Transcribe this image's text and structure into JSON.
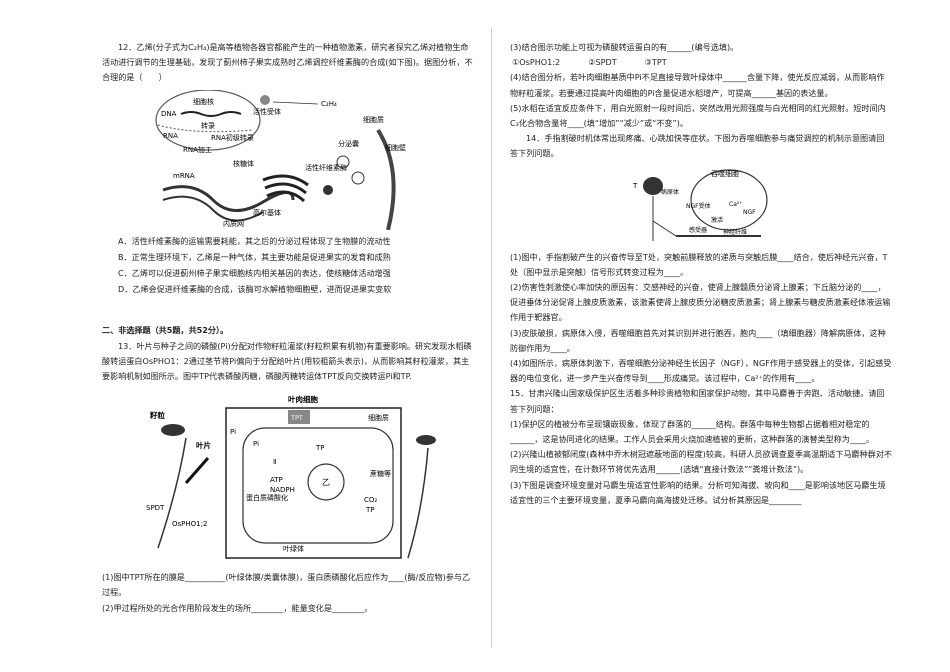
{
  "left": {
    "q12": {
      "stem": "12．乙烯(分子式为C₂H₄)是高等植物各器官都能产生的一种植物激素，研究者探究乙烯对植物生命活动进行调节的生理基础，发现了蓟州柿子果实成熟时乙烯调控纤维素酶的合成(如下图)。据图分析，不合理的是（　　）",
      "figure_labels": {
        "nucleus": "细胞核",
        "dna": "DNA",
        "transcription": "转录",
        "rna": "RNA",
        "rna_initial": "RNA初级转录",
        "rna_process": "RNA加工",
        "active_receptor": "活性受体",
        "c2h4": "C₂H₄",
        "cytoplasm": "细胞质",
        "mrna": "mRNA",
        "ribosome": "核糖体",
        "active_cellulase": "活性纤维素酶",
        "vesicle": "分泌囊",
        "cell_wall": "细胞壁",
        "golgi": "高尔基体",
        "er": "内质网"
      },
      "options": [
        "A．活性纤维素酶的运输需要耗能，其之后的分泌过程体现了生物膜的流动性",
        "B．正常生理环境下，乙烯是一种气体，其主要功能是促进果实的发育和成熟",
        "C．乙烯可以促进蓟州柿子果实细胞核内相关基因的表达，使核糖体活动增强",
        "D．乙烯会促进纤维素酶的合成，该酶可水解植物细胞壁，进而促进果实变软"
      ]
    },
    "section2": "二、非选择题（共5题，共52分）。",
    "q13": {
      "stem": "13．叶片与种子之间的磷酸(Pi)分配对作物籽粒灌浆(籽粒积累有机物)有重要影响。研究发现水稻磷酸转运蛋白OsPHO1：2通过茎节将Pi偏向于分配给叶片(用较粗箭头表示)，从而影响其籽粒灌浆，其主要影响机制如图所示。图中TP代表磷酸丙糖，磷酸丙糖转运体TPT反向交换转运Pi和TP.",
      "figure_labels": {
        "mesophyll": "叶肉细胞",
        "tpt": "TPT",
        "pi": "Pi",
        "tp": "TP",
        "cytoplasm": "细胞质",
        "i_label": "Ⅰ",
        "ii_label": "Ⅱ",
        "atp": "ATP",
        "nadph": "NADPH",
        "protein_phos": "蛋白质磷酸化",
        "yi": "乙",
        "sucrose": "蔗糖等",
        "co2": "CO₂",
        "chloroplast": "叶绿体",
        "seed": "籽粒",
        "leaf": "叶片",
        "spdt": "SPDT",
        "ospho": "OsPHO1;2"
      },
      "sub1": "(1)图中TPT所在的膜是__________(叶绿体膜/类囊体膜)，蛋白质磷酸化后应作为____(酶/反应物)参与乙过程。",
      "sub2": "(2)甲过程所处的光合作用阶段发生的场所________，能量变化是________。"
    }
  },
  "right": {
    "q13_continued": {
      "sub3": "(3)结合图示功能上可视为磷酸转运蛋白的有______(编号选填)。",
      "choices": [
        "①OsPHO1:2",
        "②SPDT",
        "③TPT"
      ],
      "sub4": "(4)结合图分析，若叶肉细胞基质中Pi不足直接导致叶绿体中______含量下降，使光反应减弱，从而影响作物籽粒灌浆。若要通过提高叶肉细胞的Pi含量促进水稻增产，可提高______基因的表达量。",
      "sub5": "(5)水稻在适宜反应条件下，用白光照射一段时间后，突然改用光照强度与白光相同的红光照射。短时间内C₃化合物含量将____(填“增加”“减少”或“不变”)。"
    },
    "q14": {
      "stem": "14．手指割破时机体常出现疼痛、心跳加快等症状。下图为吞噬细胞参与痛觉调控的机制示意图请回答下列问题。",
      "figure_labels": {
        "macrophage": "吞噬细胞",
        "pathogen": "病原体",
        "ngf_receptor": "NGF受体",
        "ngf": "NGF",
        "ca": "Ca²⁺",
        "activate": "激活",
        "receptor": "感受器",
        "nerve_fiber": "神经纤维",
        "t": "T"
      },
      "sub1": "(1)图中，手指割破产生的兴奋传导至T处，突触前膜释放的递质与突触后膜____结合，使后神经元兴奋，T处（图中显示是突触）信号形式转变过程为____。",
      "sub2": "(2)伤害性刺激使心率加快的原因有：交感神经的兴奋，使肾上腺髓质分泌肾上腺素；下丘脑分泌的____，促进垂体分泌促肾上腺皮质激素，该激素使肾上腺皮质分泌糖皮质激素；肾上腺素与糖皮质激素经体液运输作用于靶器官。",
      "sub3": "(3)皮肤破损，病原体入侵，吞噬细胞首先对其识别并进行胞吞，胞内____（填细胞器）降解病原体，这种防御作用为____。",
      "sub4": "(4)如图所示，病原体刺激下，吞噬细胞分泌神经生长因子（NGF），NGF作用于感受器上的受体，引起感受器的电位变化，进一步产生兴奋传导到____形成痛觉。该过程中，Ca²⁺的作用有____。"
    },
    "q15": {
      "stem": "15．甘肃兴隆山国家级保护区生活着多种珍贵植物和国家保护动物，其中马麝善于奔跑、活动敏捷。请回答下列问题：",
      "sub1": "(1)保护区的植被分布呈现镶嵌现象，体现了群落的______结构。群落中每种生物都占据着相对稳定的______，这是协同进化的结果。工作人员会采用火烧加速植被的更新，这种群落的演替类型称为____。",
      "sub2": "(2)兴隆山植被郁闭度(森林中乔木树冠遮蔽地面的程度)较高，科研人员欲调查夏季高温期适下马麝种群对不同生境的适宜性，在计数环节将优先选用______(选填“直接计数法”“粪堆计数法”)。",
      "sub3": "(3)下图是调查环境变量对马麝生境适宜性影响的结果。分析可知海拔、坡向和____是影响该地区马麝生境适宜性的三个主要环境变量，夏季马麝向高海拔处迁移。试分析其原因是________"
    }
  }
}
